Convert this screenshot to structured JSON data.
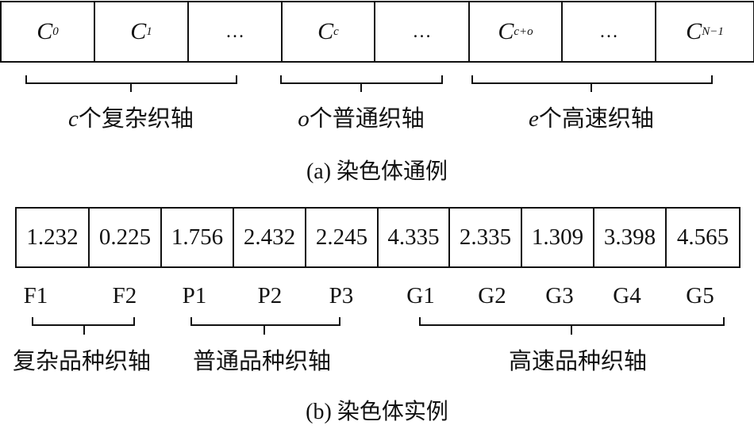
{
  "panel_a": {
    "genes": [
      {
        "base": "C",
        "sub": "0"
      },
      {
        "base": "C",
        "sub": "1"
      },
      {
        "base": "…",
        "sub": ""
      },
      {
        "base": "C",
        "sub": "c"
      },
      {
        "base": "…",
        "sub": ""
      },
      {
        "base": "C",
        "sub": "c+o"
      },
      {
        "base": "…",
        "sub": ""
      },
      {
        "base": "C",
        "sub": "N−1"
      }
    ],
    "groups": [
      {
        "var": "c",
        "text": "个复杂织轴"
      },
      {
        "var": "o",
        "text": "个普通织轴"
      },
      {
        "var": "e",
        "text": "个高速织轴"
      }
    ],
    "caption": "(a) 染色体通例"
  },
  "panel_b": {
    "values": [
      "1.232",
      "0.225",
      "1.756",
      "2.432",
      "2.245",
      "4.335",
      "2.335",
      "1.309",
      "3.398",
      "4.565"
    ],
    "labels": [
      "F1",
      "F2",
      "P1",
      "P2",
      "P3",
      "G1",
      "G2",
      "G3",
      "G4",
      "G5"
    ],
    "groups": [
      "复杂品种织轴",
      "普通品种织轴",
      "高速品种织轴"
    ],
    "caption": "(b) 染色体实例"
  }
}
